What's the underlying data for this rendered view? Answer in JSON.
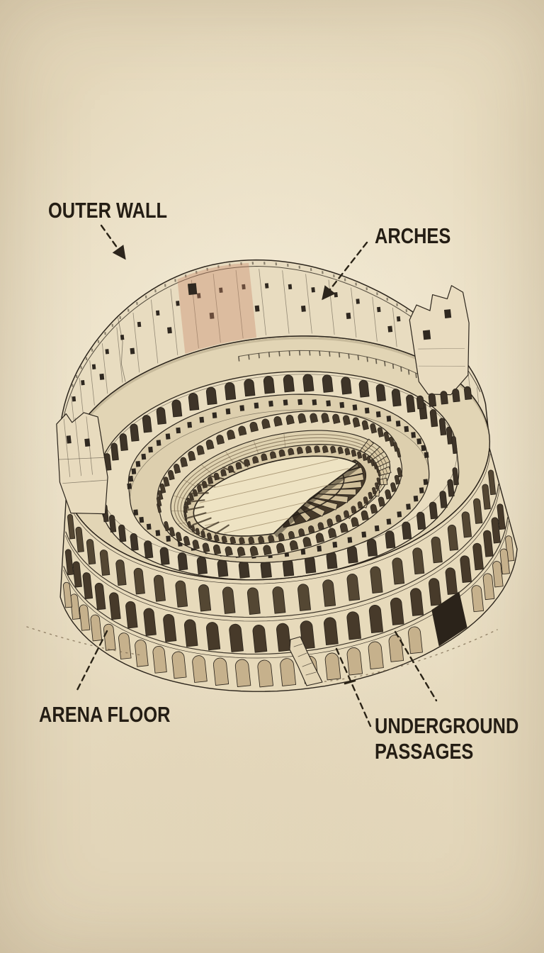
{
  "figure": {
    "name": "colosseum-cutaway-drawing"
  },
  "labels": {
    "outer_wall": "OUTER WALL",
    "arches": "ARCHES",
    "arena_floor": "ARENA FLOOR",
    "underground_line1": "UNDERGROUND",
    "underground_line2": "PASSAGES"
  },
  "colors": {
    "paper": "#ebe0c5",
    "ink": "#2c251c",
    "stone_light": "#e9ddc0",
    "stone_mid": "#ddcfae",
    "stone_dark": "#bfae8c",
    "opening_dark": "#3e3428",
    "window_dark": "#2f2820",
    "pink_tint": "#c78a6a",
    "floor": "#eee3c3",
    "hypogeum": "#463a2a",
    "label_text": "#241d14"
  }
}
